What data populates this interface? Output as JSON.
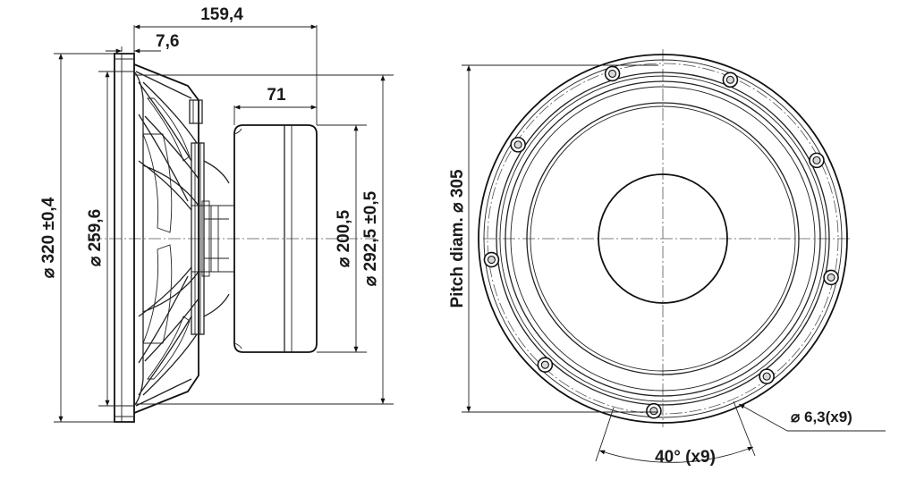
{
  "side_view": {
    "overall_depth": "159,4",
    "flange_thickness": "7,6",
    "magnet_depth": "71",
    "outer_diameter": "320 ±0,4",
    "cone_diameter": "259,6",
    "magnet_diameter": "200,5",
    "baffle_cutout": "292,5 ±0,5"
  },
  "front_view": {
    "pitch_label": "Pitch diam.",
    "pitch_diameter": "305",
    "hole_spec": "6,3(x9)",
    "hole_angle": "40° (x9)"
  },
  "symbols": {
    "diameter": "⌀"
  }
}
